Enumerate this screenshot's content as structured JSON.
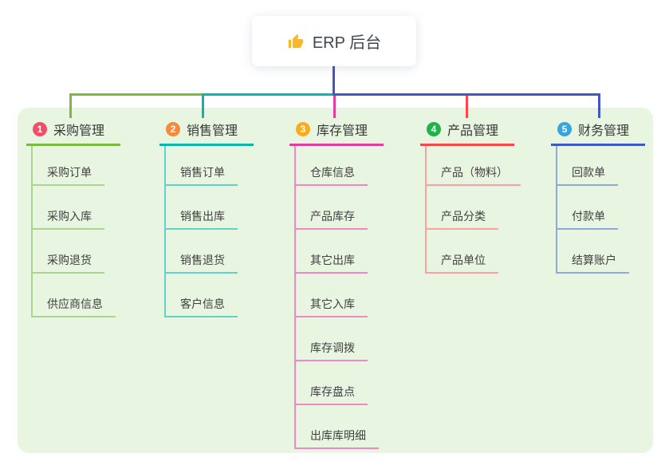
{
  "root": {
    "title": "ERP 后台",
    "icon": "thumbs-up-icon"
  },
  "branches": [
    {
      "num": "1",
      "title": "采购管理",
      "color": "#7cb93f",
      "light_color": "#abd48d",
      "badge_color": "#ef4f68",
      "children": [
        "采购订单",
        "采购入库",
        "采购退货",
        "供应商信息"
      ]
    },
    {
      "num": "2",
      "title": "销售管理",
      "color": "#0cb5ac",
      "light_color": "#62d2c9",
      "badge_color": "#f78b3d",
      "children": [
        "销售订单",
        "销售出库",
        "销售退货",
        "客户信息"
      ]
    },
    {
      "num": "3",
      "title": "库存管理",
      "color": "#e03f9f",
      "light_color": "#f188c4",
      "badge_color": "#fbac1b",
      "children": [
        "仓库信息",
        "产品库存",
        "其它出库",
        "其它入库",
        "库存调拨",
        "库存盘点",
        "出库库明细"
      ]
    },
    {
      "num": "4",
      "title": "产品管理",
      "color": "#f8484c",
      "light_color": "#f9a1a3",
      "badge_color": "#21b24c",
      "children": [
        "产品（物料）",
        "产品分类",
        "产品单位"
      ]
    },
    {
      "num": "5",
      "title": "财务管理",
      "color": "#4058c2",
      "light_color": "#90a8e2",
      "badge_color": "#38a5dd",
      "children": [
        "回款单",
        "付款单",
        "结算账户"
      ]
    }
  ],
  "colors": {
    "panel_background": "#e8f5e1",
    "root_connector": "#4453c6",
    "thumb_icon": "#f9b825",
    "root_text": "#3d4754",
    "header_text": "#383838",
    "child_text": "#414141"
  }
}
